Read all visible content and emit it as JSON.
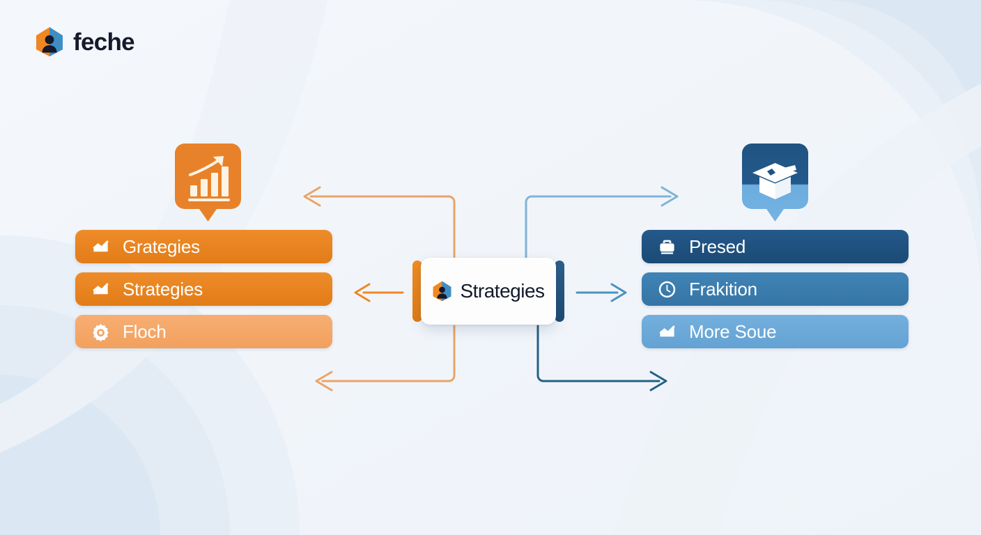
{
  "brand": {
    "name": "feche",
    "logo_icon": "feche-house-person-logo",
    "colors": {
      "orange": "#ef8722",
      "blue": "#3e8ec4",
      "dark": "#15192b"
    }
  },
  "background": {
    "base_color": "#f2f5fa",
    "arc_color": "#dde7f1",
    "decorative_arcs": [
      "top-right-arcs",
      "bottom-left-arcs"
    ]
  },
  "badges": {
    "left": {
      "icon": "bar-chart-growth-icon",
      "shape": "rounded-square-speech-bubble",
      "color": "#e8822a"
    },
    "right": {
      "icon": "graduation-cap-icon",
      "shape": "rounded-square-speech-bubble",
      "color_top": "#1f5382",
      "color_bottom": "#6cadde"
    }
  },
  "center": {
    "label": "Strategies",
    "icon": "feche-house-person-logo",
    "bracket_left_color": "#ef8722",
    "bracket_right_color": "#255880",
    "card_color": "#fdfdfd"
  },
  "left_column": {
    "cards": [
      {
        "label": "Grategies",
        "icon": "line-chart-icon",
        "color": "#ea8121"
      },
      {
        "label": "Strategies",
        "icon": "line-chart-icon",
        "color": "#ea8121"
      },
      {
        "label": "Floch",
        "icon": "gear-icon",
        "color": "#f5a868"
      }
    ]
  },
  "right_column": {
    "cards": [
      {
        "label": "Presed",
        "icon": "briefcase-icon",
        "color": "#1f5382"
      },
      {
        "label": "Frakition",
        "icon": "clock-icon",
        "color": "#3a7cae"
      },
      {
        "label": "More Soue",
        "icon": "line-chart-icon",
        "color": "#6caada"
      }
    ]
  },
  "connectors": {
    "left": [
      {
        "name": "top-elbow-arrow",
        "direction": "left",
        "color": "#e9a468"
      },
      {
        "name": "middle-straight-arrow",
        "direction": "left",
        "color": "#ef8722"
      },
      {
        "name": "bottom-elbow-arrow",
        "direction": "left",
        "color": "#e9a468"
      }
    ],
    "right": [
      {
        "name": "top-elbow-arrow",
        "direction": "right",
        "color": "#7fb4d4"
      },
      {
        "name": "middle-straight-arrow",
        "direction": "right",
        "color": "#4a92bf"
      },
      {
        "name": "bottom-elbow-arrow",
        "direction": "right",
        "color": "#246184"
      }
    ]
  }
}
